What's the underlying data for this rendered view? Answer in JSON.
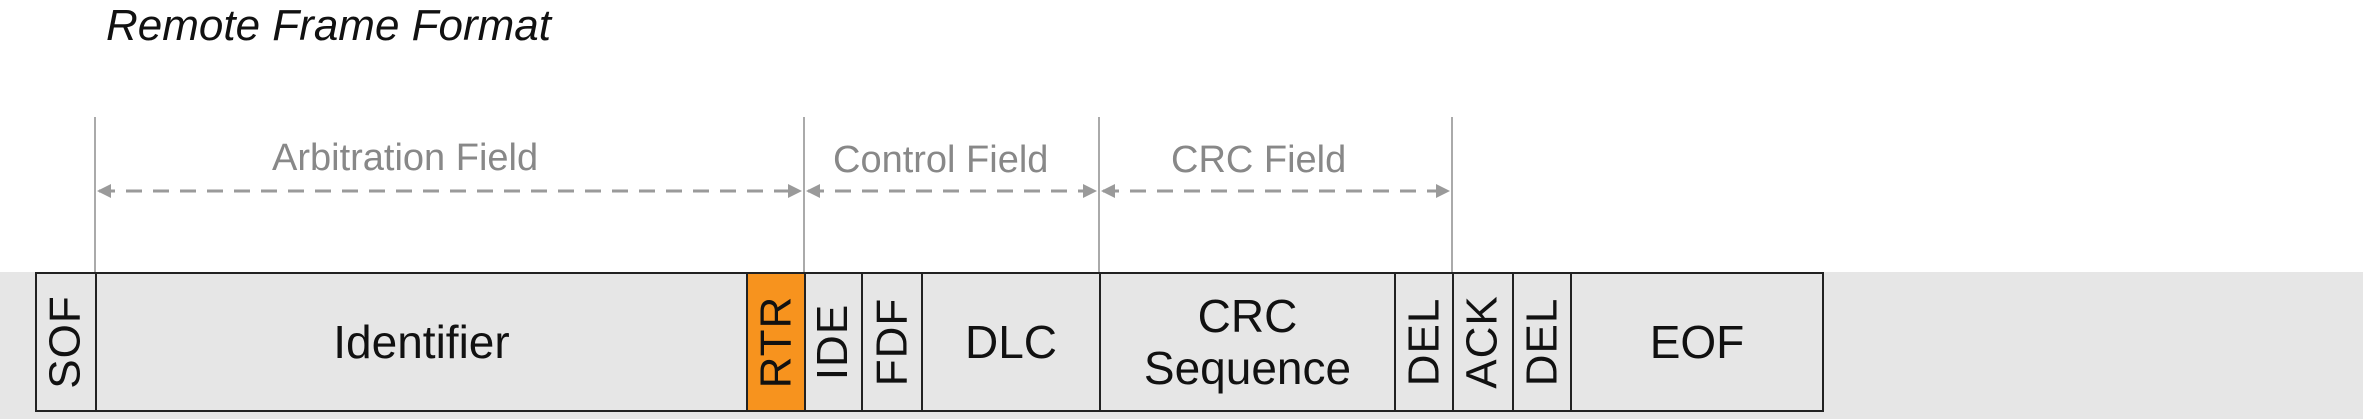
{
  "title": "Remote Frame Format",
  "colors": {
    "highlight": "#f7931e",
    "field_fill": "#e6e6e6",
    "guide": "#9a9a9a"
  },
  "groups": [
    {
      "id": "arbitration",
      "label": "Arbitration Field"
    },
    {
      "id": "control",
      "label": "Control Field"
    },
    {
      "id": "crc",
      "label": "CRC Field"
    }
  ],
  "fields": [
    {
      "id": "sof",
      "label": "SOF",
      "orientation": "vertical",
      "highlight": false
    },
    {
      "id": "identifier",
      "label": "Identifier",
      "orientation": "horizontal",
      "highlight": false
    },
    {
      "id": "rtr",
      "label": "RTR",
      "orientation": "vertical",
      "highlight": true
    },
    {
      "id": "ide",
      "label": "IDE",
      "orientation": "vertical",
      "highlight": false
    },
    {
      "id": "fdf",
      "label": "FDF",
      "orientation": "vertical",
      "highlight": false
    },
    {
      "id": "dlc",
      "label": "DLC",
      "orientation": "horizontal",
      "highlight": false
    },
    {
      "id": "crc-sequence",
      "label": "CRC\nSequence",
      "orientation": "horizontal",
      "highlight": false
    },
    {
      "id": "crc-del",
      "label": "DEL",
      "orientation": "vertical",
      "highlight": false
    },
    {
      "id": "ack",
      "label": "ACK",
      "orientation": "vertical",
      "highlight": false
    },
    {
      "id": "ack-del",
      "label": "DEL",
      "orientation": "vertical",
      "highlight": false
    },
    {
      "id": "eof",
      "label": "EOF",
      "orientation": "horizontal",
      "highlight": false
    }
  ]
}
